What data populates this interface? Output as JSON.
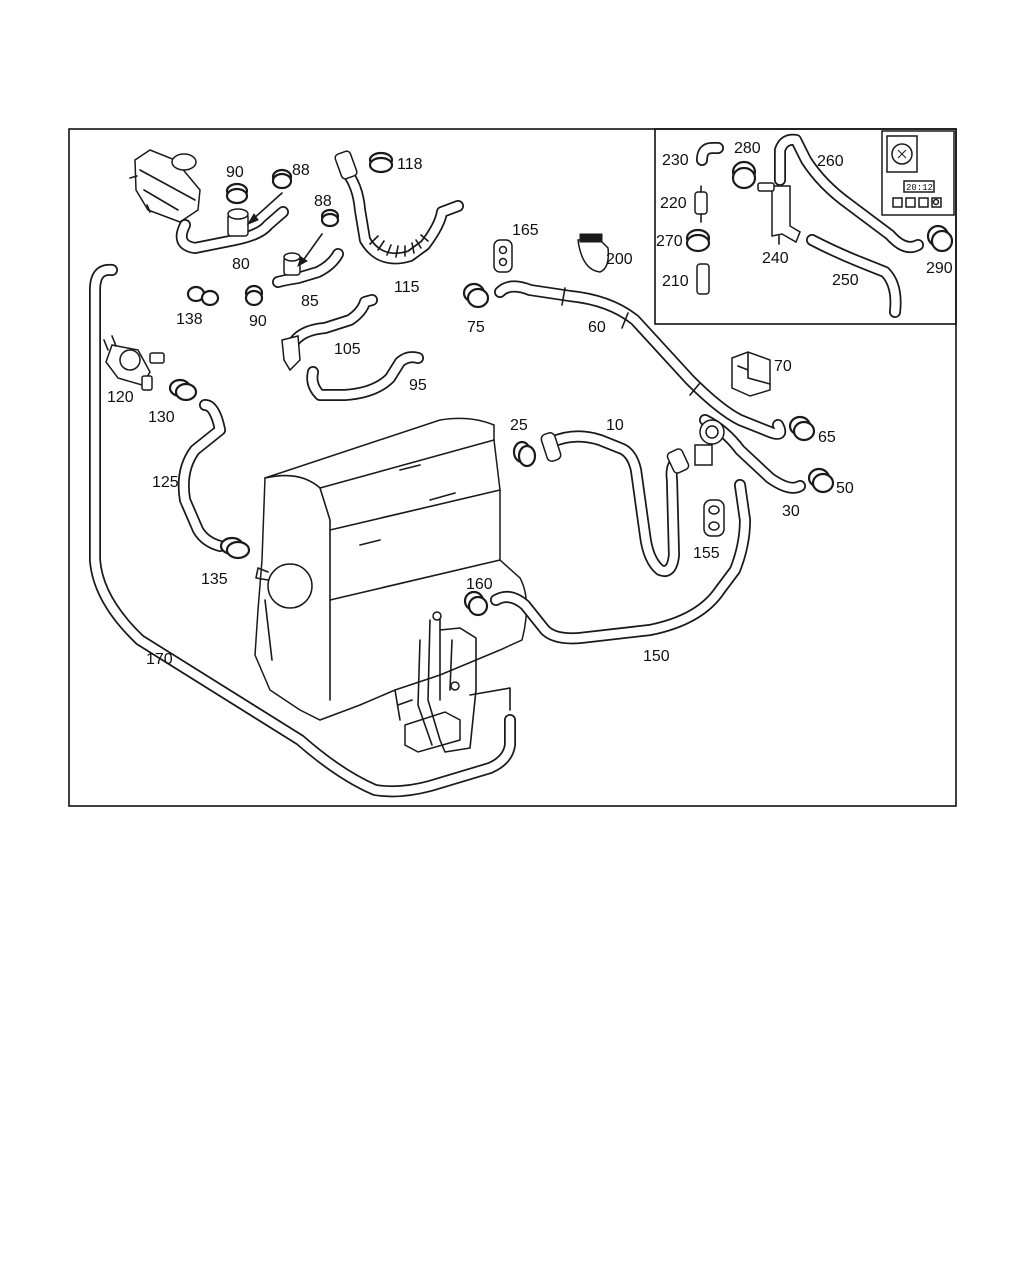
{
  "labels": {
    "l10": "10",
    "l25": "25",
    "l30": "30",
    "l50": "50",
    "l60": "60",
    "l65": "65",
    "l70": "70",
    "l75": "75",
    "l80": "80",
    "l85": "85",
    "l88a": "88",
    "l88b": "88",
    "l90a": "90",
    "l90b": "90",
    "l95": "95",
    "l105": "105",
    "l115": "115",
    "l118": "118",
    "l120": "120",
    "l125": "125",
    "l130": "130",
    "l135": "135",
    "l138": "138",
    "l150": "150",
    "l155": "155",
    "l160": "160",
    "l165": "165",
    "l170": "170",
    "l200": "200",
    "l210": "210",
    "l220": "220",
    "l230": "230",
    "l240": "240",
    "l250": "250",
    "l260": "260",
    "l270": "270",
    "l280": "280",
    "l290": "290"
  },
  "control_panel": {
    "display": "20:12"
  }
}
